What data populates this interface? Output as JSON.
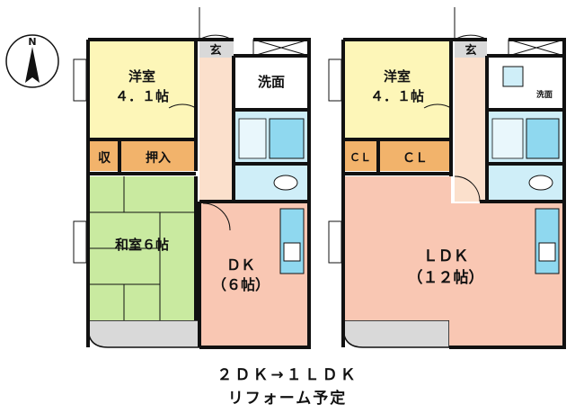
{
  "compass": {
    "north_label": "N"
  },
  "before": {
    "room_western": "洋室",
    "room_western_size": "４．１帖",
    "entrance": "玄",
    "washroom": "洗面",
    "storage": "収",
    "closet": "押入",
    "room_japanese": "和室６帖",
    "dk": "ＤＫ",
    "dk_size": "（６帖）"
  },
  "after": {
    "room_western": "洋室",
    "room_western_size": "４．１帖",
    "entrance": "玄",
    "washroom": "洗面",
    "cl_small": "ＣＬ",
    "cl_large": "ＣＬ",
    "ldk": "ＬＤＫ",
    "ldk_size": "（１２帖）"
  },
  "caption": {
    "line1": "２ＤＫ→１ＬＤＫ",
    "line2": "リフォーム予定"
  },
  "colors": {
    "western_room": "#fdf6b8",
    "storage": "#f2b36b",
    "japanese_room": "#c9eaa0",
    "dk": "#f9c7b3",
    "bath": "#cfeef8",
    "fixture": "#8fd8ef",
    "balcony": "#d9d9d9",
    "wall": "#111111"
  }
}
